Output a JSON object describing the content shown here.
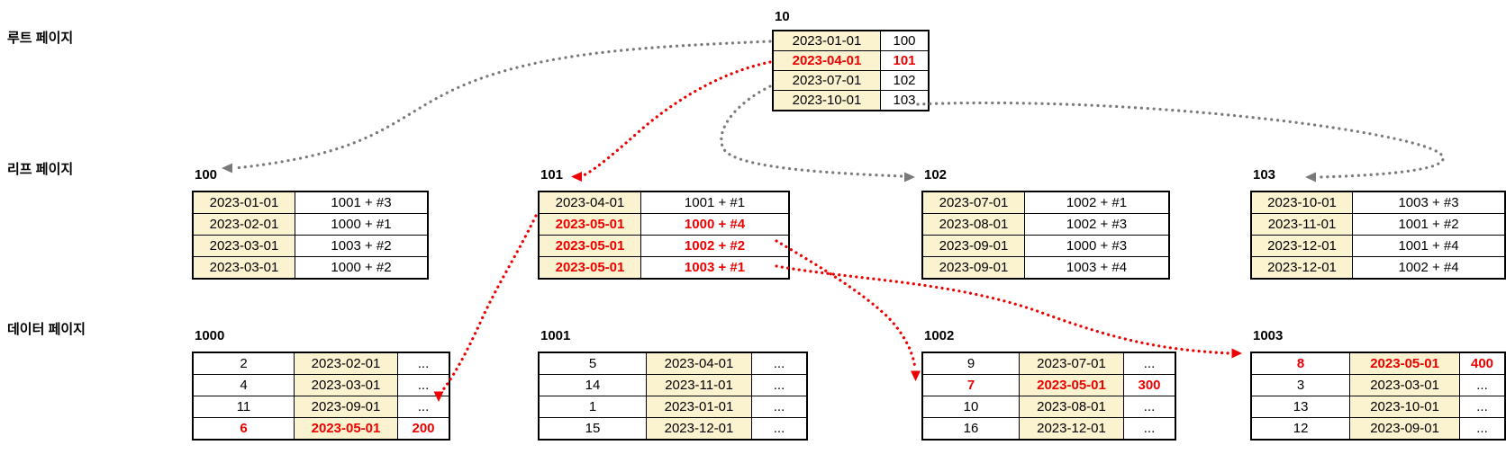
{
  "colors": {
    "key_cell_bg": "#fbf2cf",
    "highlight_red": "#ee0000",
    "arrow_gray": "#7a7a7a",
    "table_border": "#000000"
  },
  "band_labels": [
    {
      "label": "루트 페이지"
    },
    {
      "label": "리프 페이지"
    },
    {
      "label": "데이터 페이지"
    }
  ],
  "root_page": {
    "id": "10",
    "rows": [
      {
        "key": "2023-01-01",
        "value": "100",
        "highlight": false
      },
      {
        "key": "2023-04-01",
        "value": "101",
        "highlight": true
      },
      {
        "key": "2023-07-01",
        "value": "102",
        "highlight": false
      },
      {
        "key": "2023-10-01",
        "value": "103",
        "highlight": false
      }
    ]
  },
  "leaf_pages": [
    {
      "id": "100",
      "rows": [
        {
          "key": "2023-01-01",
          "value": "1001 + #3",
          "highlight": false
        },
        {
          "key": "2023-02-01",
          "value": "1000 + #1",
          "highlight": false
        },
        {
          "key": "2023-03-01",
          "value": "1003 + #2",
          "highlight": false
        },
        {
          "key": "2023-03-01",
          "value": "1000 + #2",
          "highlight": false
        }
      ]
    },
    {
      "id": "101",
      "rows": [
        {
          "key": "2023-04-01",
          "value": "1001 + #1",
          "highlight": false
        },
        {
          "key": "2023-05-01",
          "value": "1000 + #4",
          "highlight": true
        },
        {
          "key": "2023-05-01",
          "value": "1002 + #2",
          "highlight": true
        },
        {
          "key": "2023-05-01",
          "value": "1003 + #1",
          "highlight": true
        }
      ]
    },
    {
      "id": "102",
      "rows": [
        {
          "key": "2023-07-01",
          "value": "1002 + #1",
          "highlight": false
        },
        {
          "key": "2023-08-01",
          "value": "1002 + #3",
          "highlight": false
        },
        {
          "key": "2023-09-01",
          "value": "1000 + #3",
          "highlight": false
        },
        {
          "key": "2023-09-01",
          "value": "1003 + #4",
          "highlight": false
        }
      ]
    },
    {
      "id": "103",
      "rows": [
        {
          "key": "2023-10-01",
          "value": "1003 + #3",
          "highlight": false
        },
        {
          "key": "2023-11-01",
          "value": "1001 + #2",
          "highlight": false
        },
        {
          "key": "2023-12-01",
          "value": "1001 + #4",
          "highlight": false
        },
        {
          "key": "2023-12-01",
          "value": "1002 + #4",
          "highlight": false
        }
      ]
    }
  ],
  "data_pages": [
    {
      "id": "1000",
      "rows": [
        {
          "c1": "2",
          "c2": "2023-02-01",
          "c3": "...",
          "highlight": false
        },
        {
          "c1": "4",
          "c2": "2023-03-01",
          "c3": "...",
          "highlight": false
        },
        {
          "c1": "11",
          "c2": "2023-09-01",
          "c3": "...",
          "highlight": false
        },
        {
          "c1": "6",
          "c2": "2023-05-01",
          "c3": "200",
          "highlight": true
        }
      ]
    },
    {
      "id": "1001",
      "rows": [
        {
          "c1": "5",
          "c2": "2023-04-01",
          "c3": "...",
          "highlight": false
        },
        {
          "c1": "14",
          "c2": "2023-11-01",
          "c3": "...",
          "highlight": false
        },
        {
          "c1": "1",
          "c2": "2023-01-01",
          "c3": "...",
          "highlight": false
        },
        {
          "c1": "15",
          "c2": "2023-12-01",
          "c3": "...",
          "highlight": false
        }
      ]
    },
    {
      "id": "1002",
      "rows": [
        {
          "c1": "9",
          "c2": "2023-07-01",
          "c3": "...",
          "highlight": false
        },
        {
          "c1": "7",
          "c2": "2023-05-01",
          "c3": "300",
          "highlight": true
        },
        {
          "c1": "10",
          "c2": "2023-08-01",
          "c3": "...",
          "highlight": false
        },
        {
          "c1": "16",
          "c2": "2023-12-01",
          "c3": "...",
          "highlight": false
        }
      ]
    },
    {
      "id": "1003",
      "rows": [
        {
          "c1": "8",
          "c2": "2023-05-01",
          "c3": "400",
          "highlight": true
        },
        {
          "c1": "3",
          "c2": "2023-03-01",
          "c3": "...",
          "highlight": false
        },
        {
          "c1": "13",
          "c2": "2023-10-01",
          "c3": "...",
          "highlight": false
        },
        {
          "c1": "12",
          "c2": "2023-09-01",
          "c3": "...",
          "highlight": false
        }
      ]
    }
  ],
  "arrows": [
    {
      "from": "10",
      "to": "100",
      "color": "gray"
    },
    {
      "from": "10",
      "to": "101",
      "color": "red"
    },
    {
      "from": "10",
      "to": "102",
      "color": "gray"
    },
    {
      "from": "10",
      "to": "103",
      "color": "gray"
    },
    {
      "from": "101",
      "to": "1000",
      "color": "red"
    },
    {
      "from": "101",
      "to": "1002",
      "color": "red"
    },
    {
      "from": "101",
      "to": "1003",
      "color": "red"
    }
  ]
}
